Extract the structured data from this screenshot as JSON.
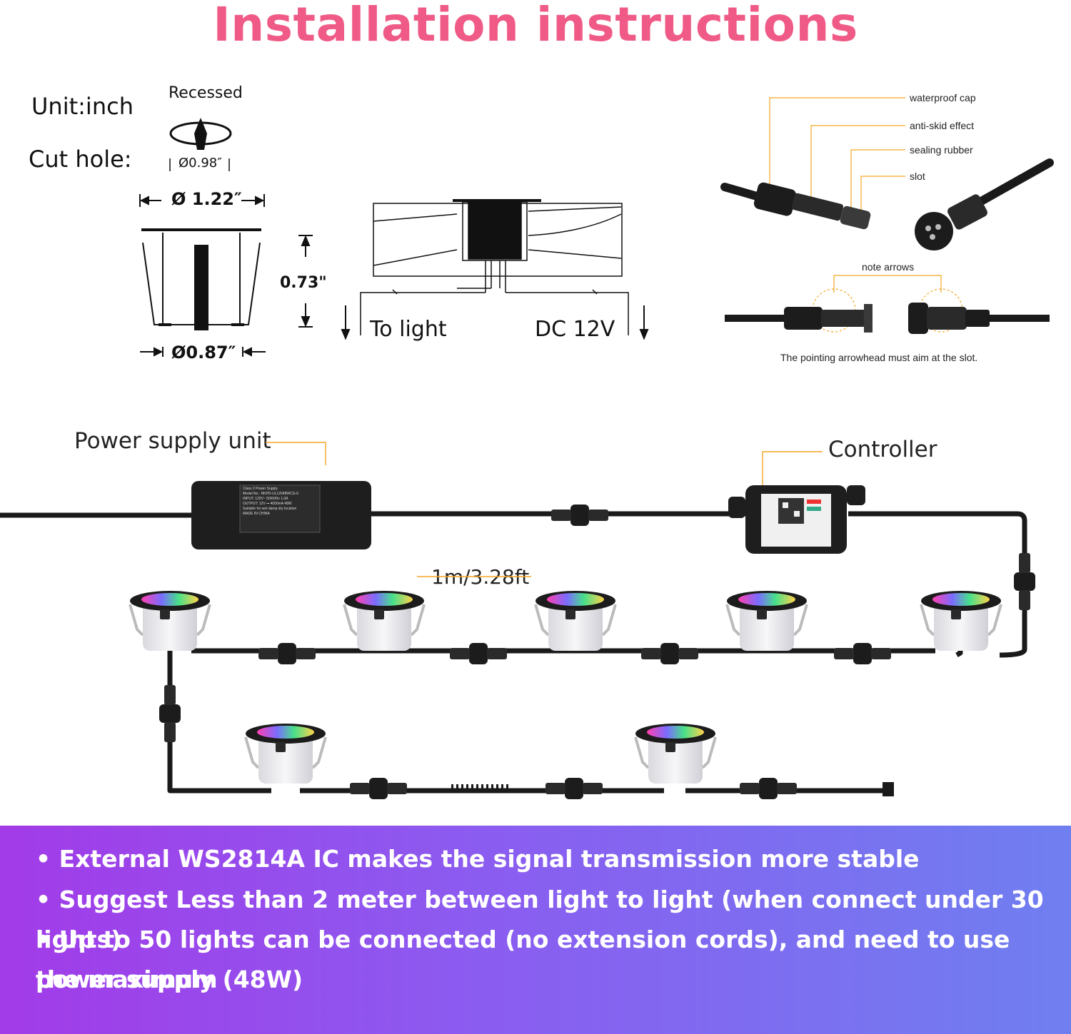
{
  "title": "Installation instructions",
  "specs": {
    "unit_label": "Unit:inch",
    "cut_hole_label": "Cut hole:",
    "recessed_label": "Recessed",
    "cut_hole_dia": "Ø0.98″",
    "top_dia": "Ø 1.22″",
    "height": "0.73\"",
    "bottom_dia": "Ø0.87″"
  },
  "install": {
    "to_light": "To light",
    "dc": "DC 12V"
  },
  "connector": {
    "waterproof_cap": "waterproof cap",
    "anti_skid": "anti-skid effect",
    "sealing_rubber": "sealing rubber",
    "slot": "slot",
    "note_arrows": "note arrows",
    "caption": "The pointing arrowhead must aim at the slot."
  },
  "wiring": {
    "power_supply": "Power supply unit",
    "controller": "Controller",
    "spacing": "1m/3.28ft",
    "psu_label_lines": [
      "Class 2 Power Supply",
      "Model No.: RKPD-UL12048WCG-6",
      "INPUT: 120V~ 50/60Hz 1.0A",
      "OUTPUT: 12V ⎓ 4000mA 48W",
      "Suitable for wet damp dry location",
      "MADE IN CHINA"
    ]
  },
  "bullets": [
    "• External WS2814A IC makes the signal transmission more stable",
    "• Suggest Less than 2 meter between light to light (when connect under 30 lights)",
    "• Up to 50 lights can be connected (no extension cords), and need to use the maximum",
    "power supply (48W)"
  ],
  "colors": {
    "title": "#ef5b86",
    "leader": "#f5a623",
    "panel_start": "#a23be8",
    "panel_end": "#6f7ff0"
  }
}
